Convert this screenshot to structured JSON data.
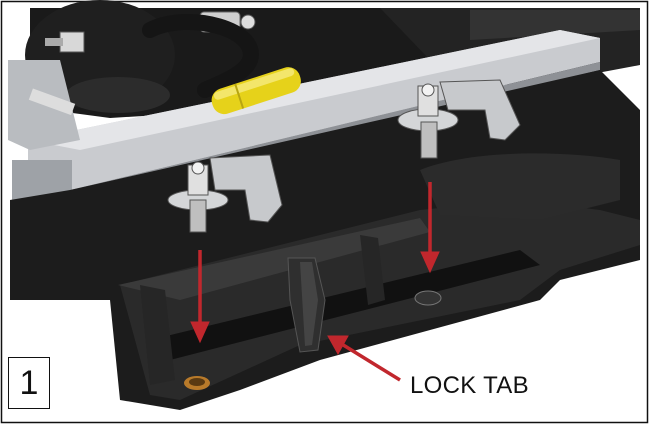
{
  "figure": {
    "step_number": "1",
    "callout_label": "LOCK TAB",
    "colors": {
      "arrow": "#c1272d",
      "frame_border": "#111111",
      "metal_dark": "#1c1c1c",
      "metal_light": "#c9cbcf",
      "handle_grip": "#e6d21a",
      "hose": "#151515"
    },
    "parts": [
      "mounting-pin-left",
      "mounting-pin-right",
      "lock-tab",
      "hitch-base-rail",
      "yellow-grip-handle"
    ]
  }
}
